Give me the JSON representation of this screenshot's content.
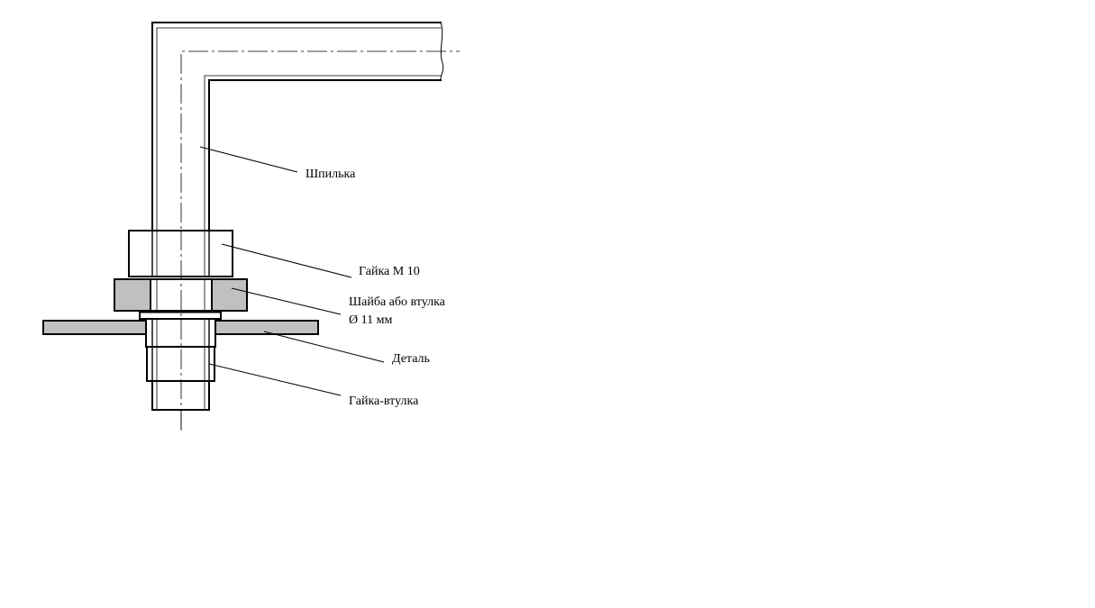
{
  "colors": {
    "line": "#000000",
    "fill_gray": "#c0c0c0",
    "background": "#ffffff"
  },
  "labels": {
    "stud": "Шпилька",
    "nut": "Гайка М 10",
    "washer_line1": "Шайба або втулка",
    "washer_line2": "Ø 11 мм",
    "part": "Деталь",
    "sleeve_nut": "Гайка-втулка"
  }
}
